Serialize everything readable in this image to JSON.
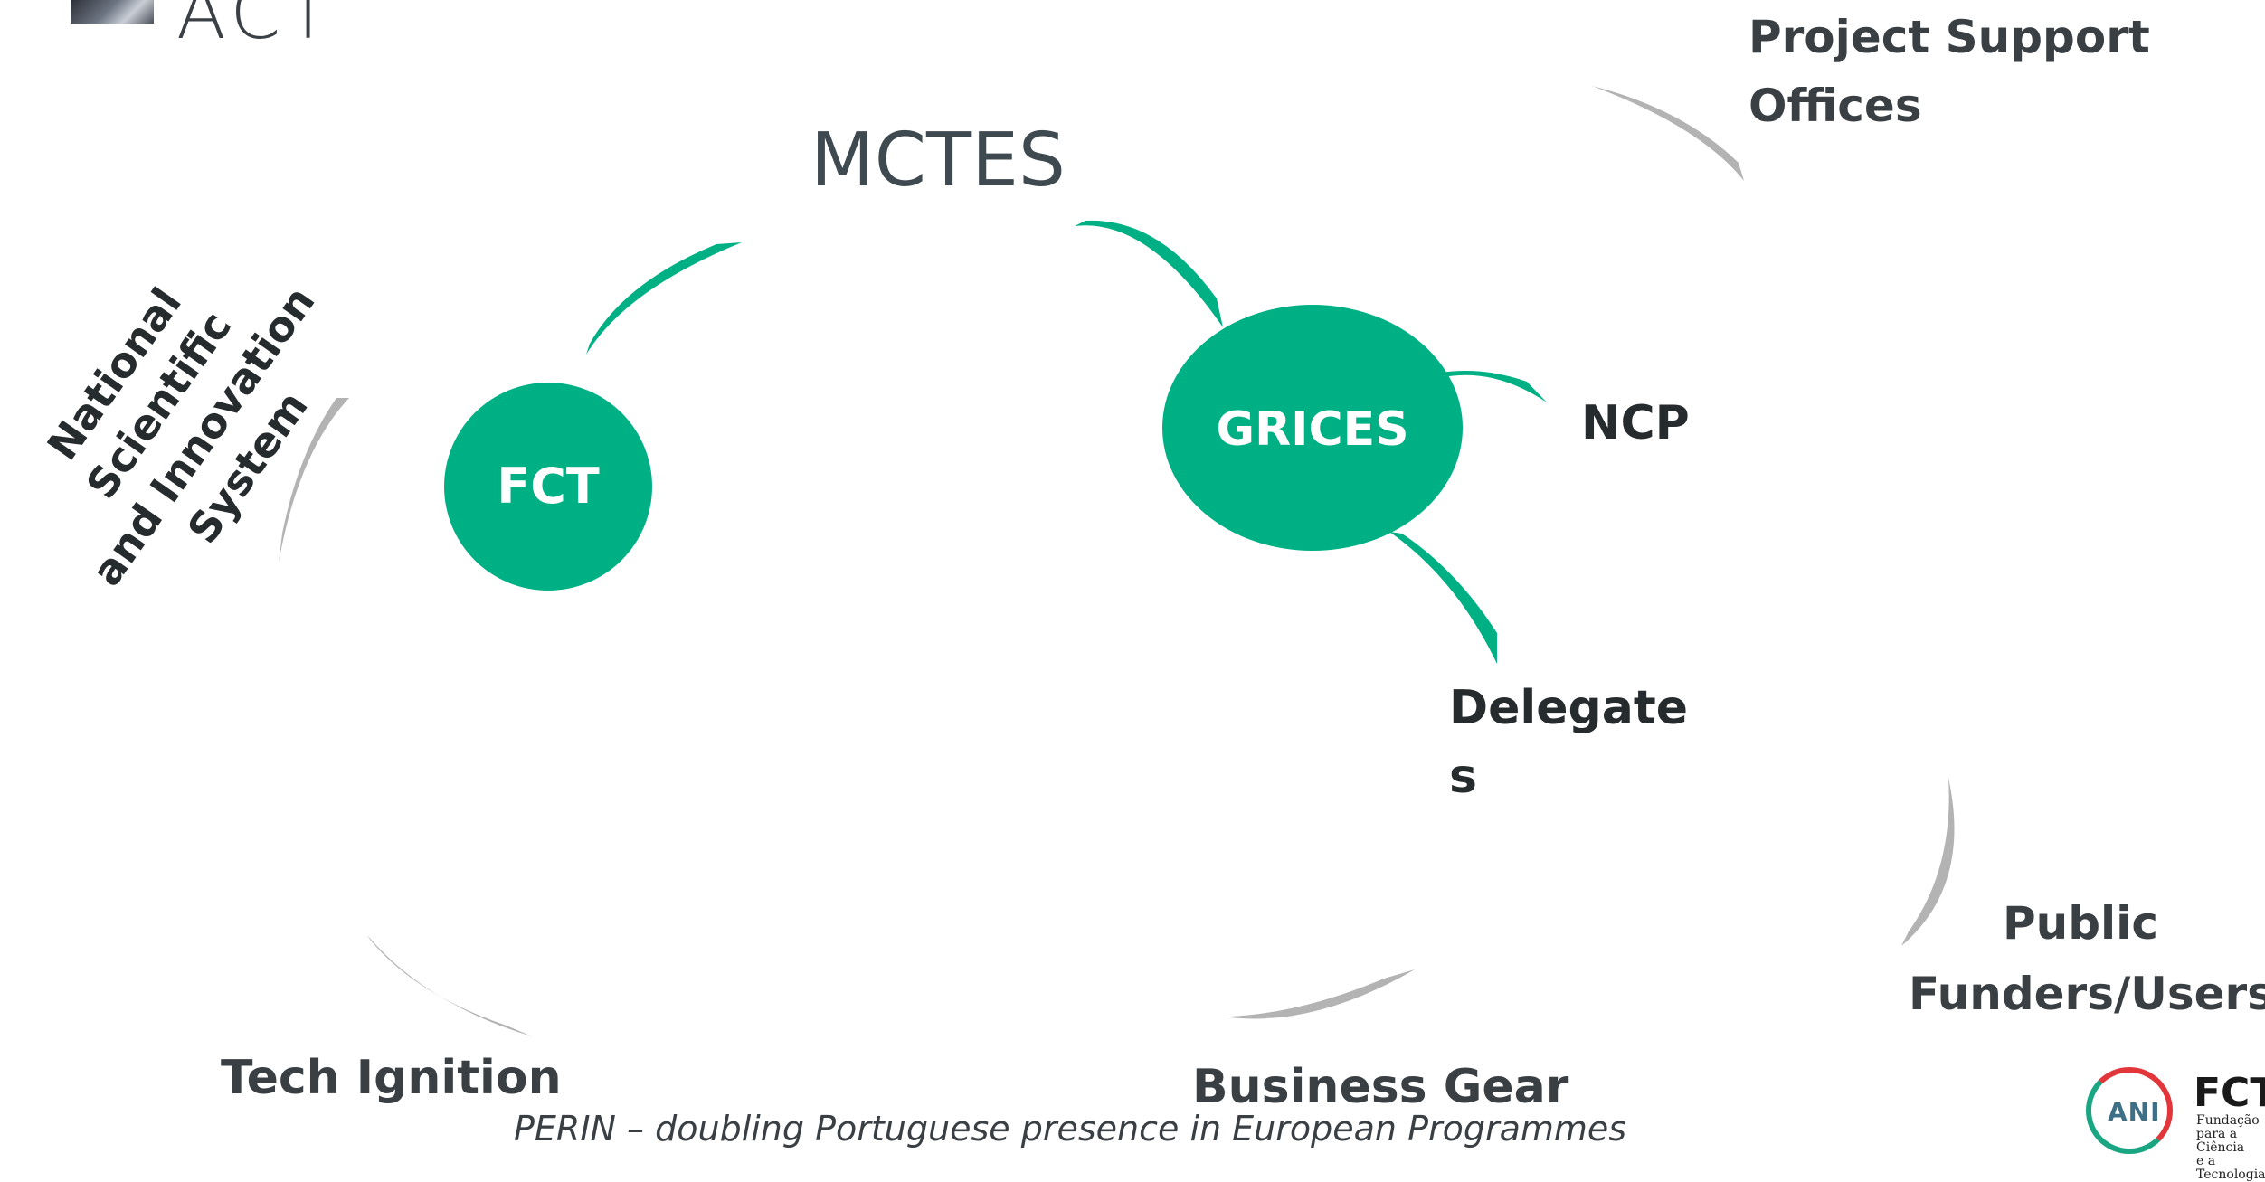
{
  "header": {
    "title_fragment": "ACT",
    "logo_icon": "company-logo-icon"
  },
  "diagram": {
    "center_label": "MCTES",
    "nodes": {
      "fct": {
        "label": "FCT"
      },
      "grices": {
        "label": "GRICES"
      }
    },
    "labels": {
      "national_system": [
        "National Scientific",
        "and Innovation",
        "System"
      ],
      "project_support": [
        "Project Support",
        "Offices"
      ],
      "ncp": "NCP",
      "delegates": [
        "Delegate",
        "s"
      ],
      "public_funders": [
        "Public",
        "Funders/Users"
      ],
      "tech_ignition": "Tech Ignition",
      "business_gear": "Business Gear"
    },
    "colors": {
      "accent_green": "#00b085",
      "connector_grey": "#b3b3b3",
      "text_dark": "#262b2e"
    }
  },
  "footer": {
    "caption": "PERIN – doubling Portuguese presence in European Programmes"
  },
  "logos": {
    "ani": "ANI",
    "fct": "FCT",
    "fct_sub": [
      "Fundação",
      "para a Ciência",
      "e a Tecnologia"
    ]
  }
}
